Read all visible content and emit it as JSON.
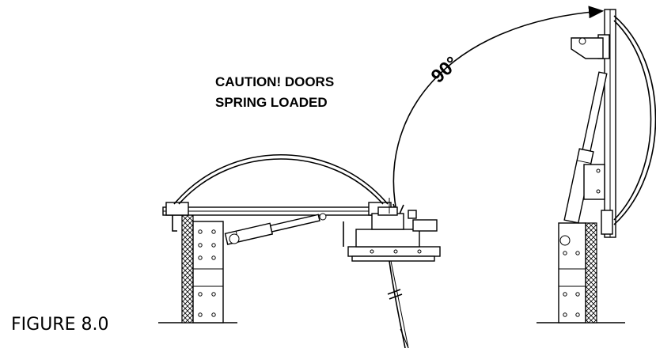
{
  "caution": {
    "line1": "CAUTION! DOORS",
    "line2": "SPRING LOADED"
  },
  "angle_label": "90°",
  "figure_label": "FIGURE 8.0",
  "diagram": {
    "left_view": "door-closed",
    "right_view": "door-open-90",
    "rotation_arrow": "arc-arrow-icon"
  }
}
